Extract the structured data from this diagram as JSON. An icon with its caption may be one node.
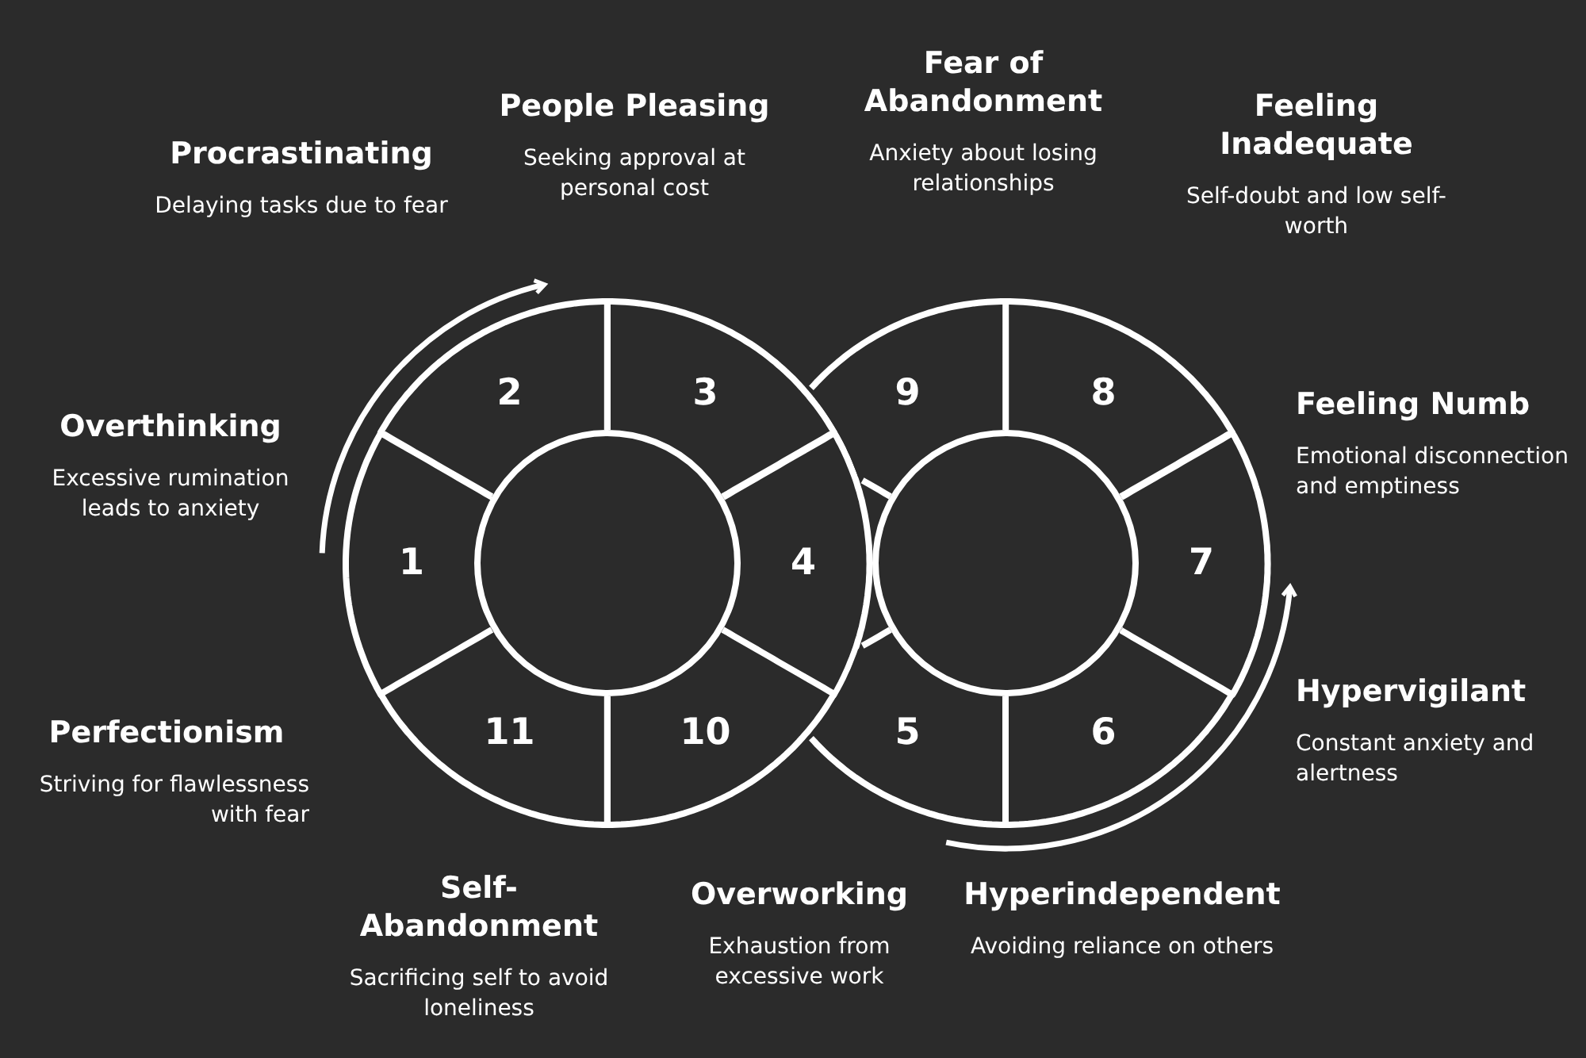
{
  "diagram": {
    "nodes": [
      {
        "text": [
          "1"
        ]
      },
      {
        "text": [
          "2"
        ]
      },
      {
        "text": [
          "3"
        ]
      },
      {
        "text": [
          "4"
        ]
      },
      {
        "text": [
          "5"
        ]
      },
      {
        "text": [
          "6"
        ]
      },
      {
        "text": [
          "7"
        ]
      },
      {
        "text": [
          "8"
        ]
      },
      {
        "text": [
          "9"
        ]
      },
      {
        "text": [
          "10"
        ]
      },
      {
        "text": [
          "11"
        ]
      },
      {
        "text": [],
        "shape": "circle"
      },
      {
        "text": [],
        "shape": "circle"
      }
    ],
    "labels": [
      "Procrastinating",
      "Delaying tasks due to fear",
      "People Pleasing",
      "Seeking approval at personal cost",
      "Fear of Abandonment",
      "Anxiety about losing relationships",
      "Feeling Inadequate",
      "Self-doubt and low self-worth",
      "Overthinking",
      "Excessive rumination leads to anxiety",
      "Feeling Numb",
      "Emotional disconnection and emptiness",
      "Hypervigilant",
      "Constant anxiety and alertness",
      "Perfectionism",
      "Striving for flawlessness with fear",
      "Self-Abandonment",
      "Sacrificing self to avoid loneliness",
      "Overworking",
      "Exhaustion from excessive work",
      "Hyperindependent",
      "Avoiding reliance on others"
    ]
  }
}
